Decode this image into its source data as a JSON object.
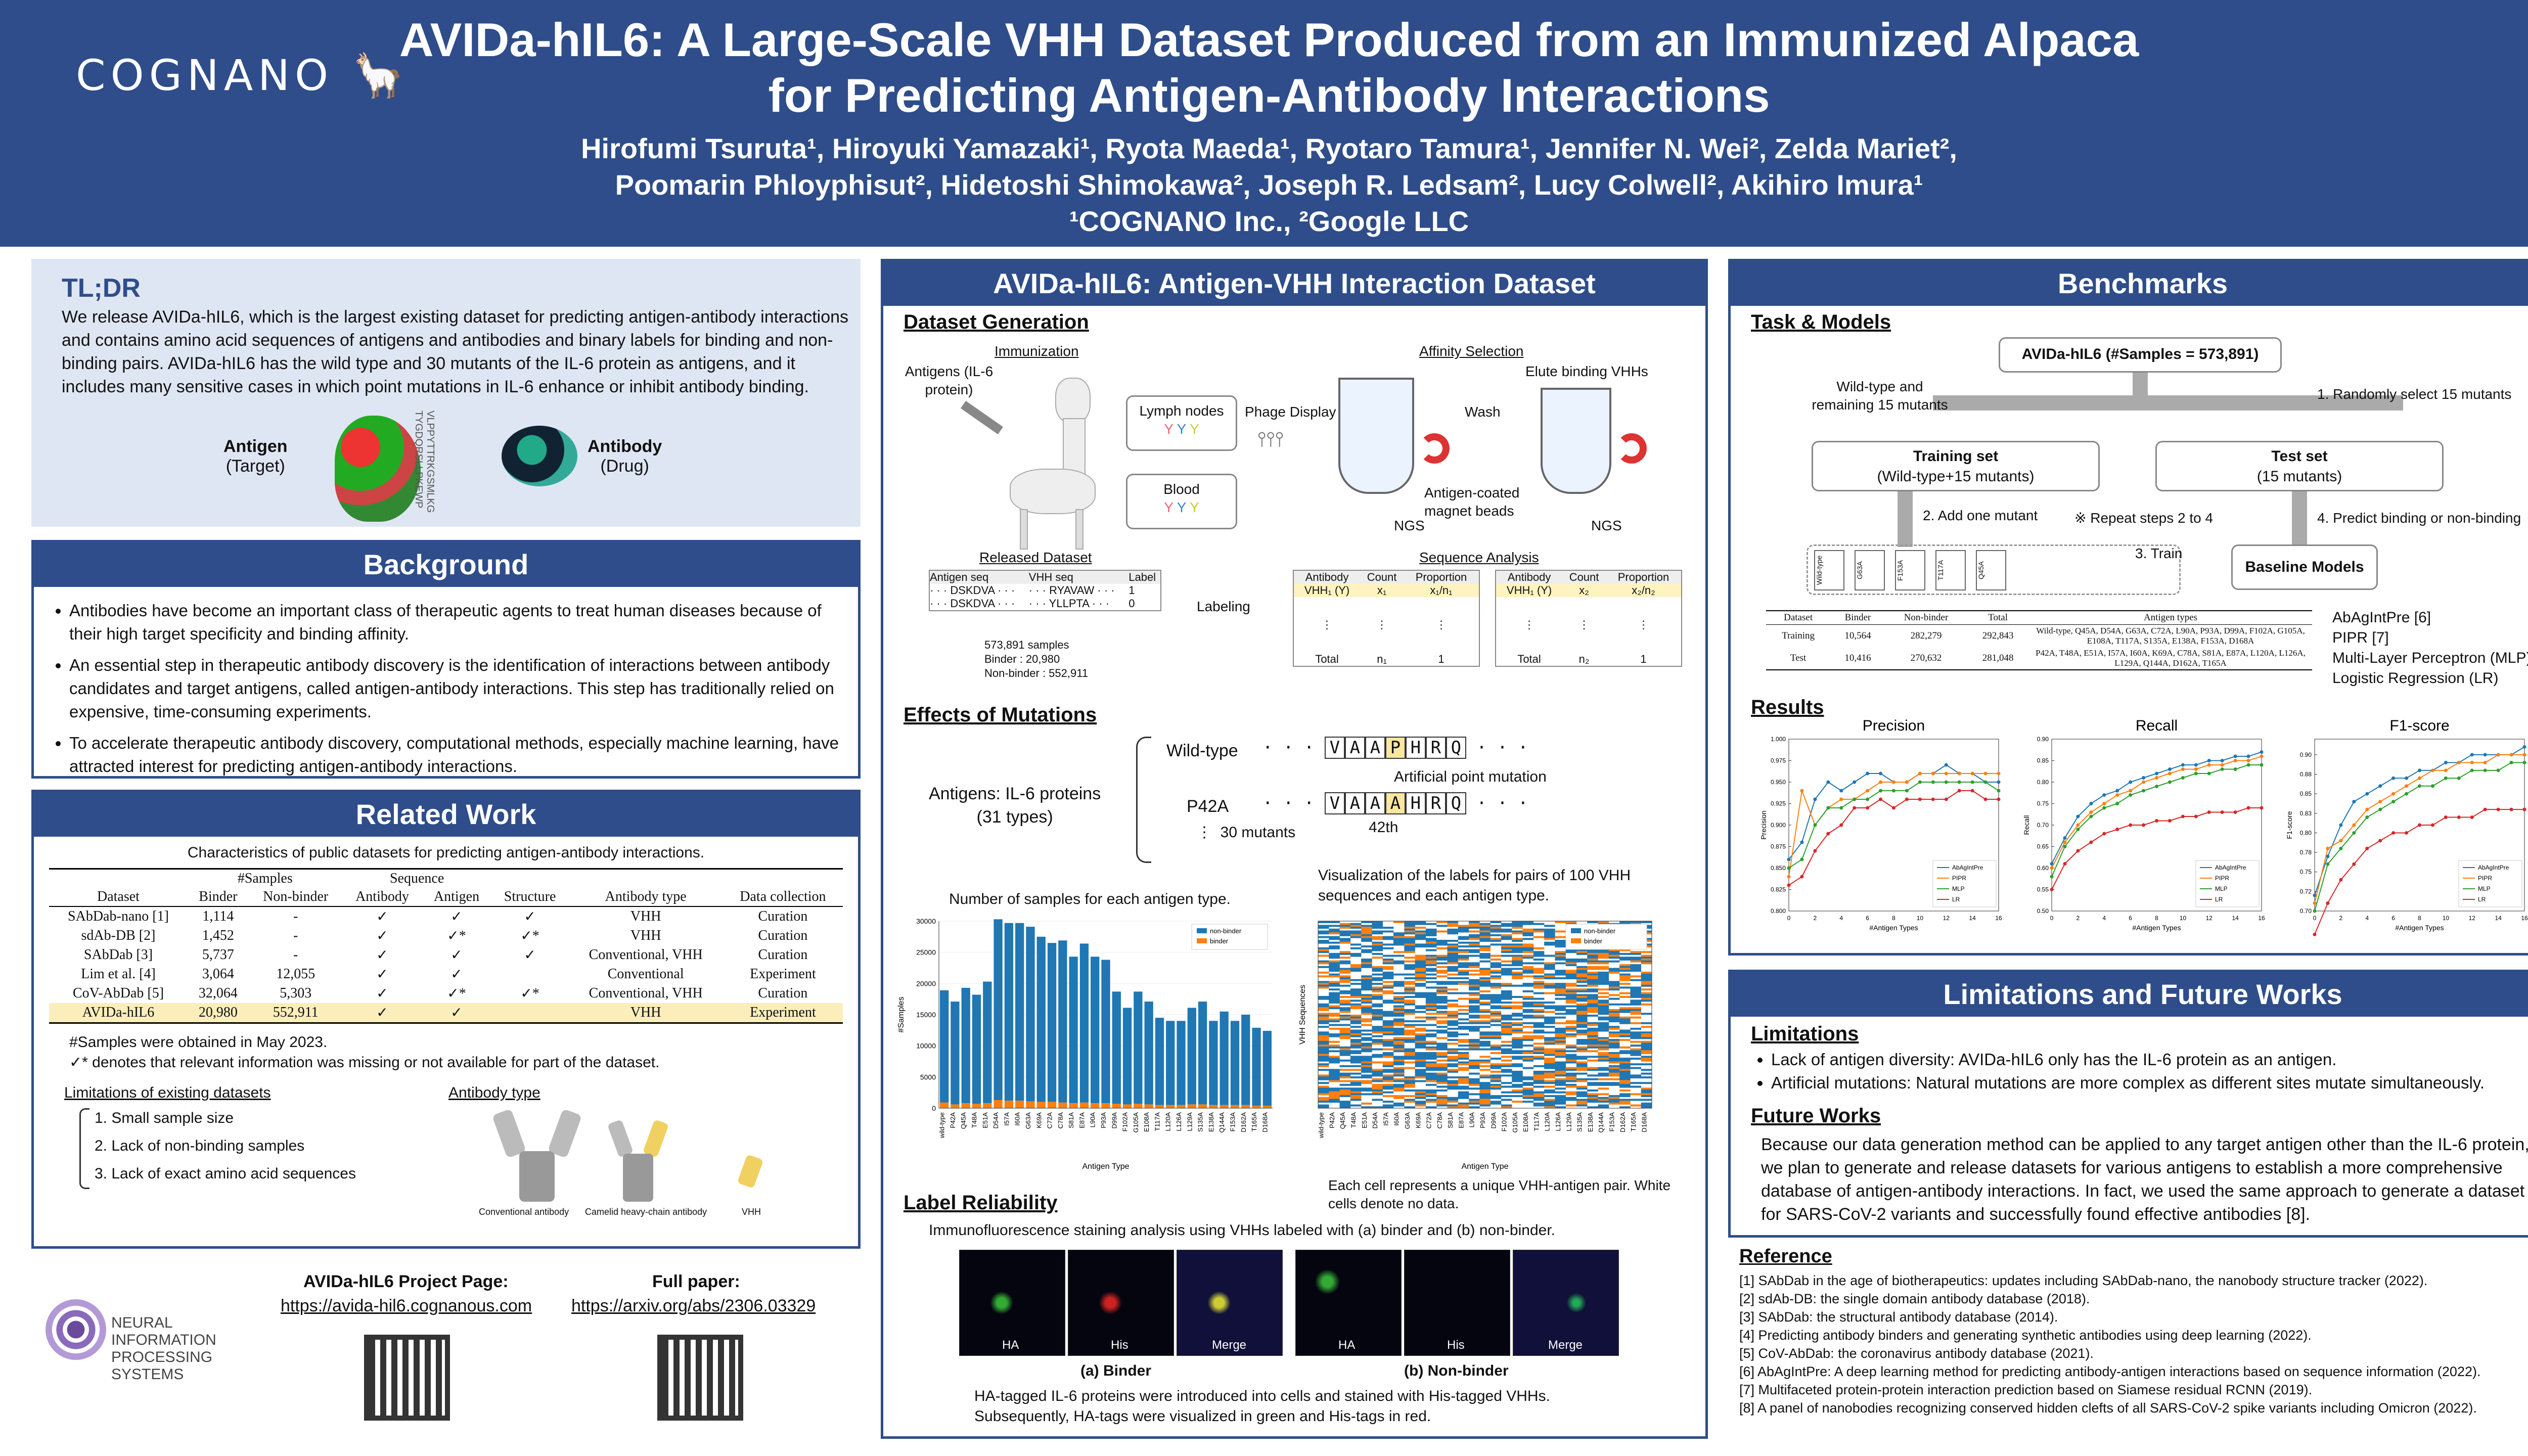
{
  "header": {
    "logo": "COGNANO",
    "title_1": "AVIDa-hIL6: A Large-Scale VHH Dataset Produced from an Immunized Alpaca",
    "title_2": "for Predicting Antigen-Antibody Interactions",
    "authors_1": "Hirofumi Tsuruta¹, Hiroyuki Yamazaki¹, Ryota Maeda¹, Ryotaro Tamura¹, Jennifer N. Wei², Zelda Mariet²,",
    "authors_2": "Poomarin Phloyphisut², Hidetoshi Shimokawa², Joseph R. Ledsam², Lucy Colwell², Akihiro Imura¹",
    "affil": "¹COGNANO Inc., ²Google LLC"
  },
  "tldr": {
    "heading": "TL;DR",
    "text": "We release AVIDa-hIL6, which is the largest existing dataset for predicting antigen-antibody interactions and contains amino acid sequences of antigens and antibodies and binary labels for binding and non-binding pairs. AVIDa-hIL6 has the wild type and 30 mutants of the IL-6 protein as antigens, and it includes many sensitive cases in which point mutations in IL-6 enhance or inhibit antibody binding.",
    "antigen": "Antigen",
    "antigen_sub": "(Target)",
    "antibody": "Antibody",
    "antibody_sub": "(Drug)",
    "seq": "VLPPYTTRKGSMLKG TYGDQRSLLPKEWP"
  },
  "background": {
    "title": "Background",
    "items": [
      "Antibodies have become an important class of therapeutic agents to treat human diseases because of their high target specificity and binding affinity.",
      "An essential step in therapeutic antibody discovery is the identification of interactions between antibody candidates and target antigens, called antigen-antibody interactions. This step has traditionally relied on expensive, time-consuming experiments.",
      "To accelerate therapeutic antibody discovery, computational methods, especially machine learning, have attracted interest for predicting antigen-antibody interactions."
    ]
  },
  "related": {
    "title": "Related Work",
    "caption": "Characteristics of public datasets for predicting antigen-antibody interactions.",
    "h_samples": "#Samples",
    "h_sequence": "Sequence",
    "headers": [
      "Dataset",
      "Binder",
      "Non-binder",
      "Antibody",
      "Antigen",
      "Structure",
      "Antibody type",
      "Data collection"
    ],
    "rows": [
      [
        "SAbDab-nano [1]",
        "1,114",
        "-",
        "✓",
        "✓",
        "✓",
        "VHH",
        "Curation"
      ],
      [
        "sdAb-DB [2]",
        "1,452",
        "-",
        "✓",
        "✓*",
        "✓*",
        "VHH",
        "Curation"
      ],
      [
        "SAbDab [3]",
        "5,737",
        "-",
        "✓",
        "✓",
        "✓",
        "Conventional, VHH",
        "Curation"
      ],
      [
        "Lim et al. [4]",
        "3,064",
        "12,055",
        "✓",
        "✓",
        "",
        "Conventional",
        "Experiment"
      ],
      [
        "CoV-AbDab [5]",
        "32,064",
        "5,303",
        "✓",
        "✓*",
        "✓*",
        "Conventional, VHH",
        "Curation"
      ],
      [
        "AVIDa-hIL6",
        "20,980",
        "552,911",
        "✓",
        "✓",
        "",
        "VHH",
        "Experiment"
      ]
    ],
    "note1": "#Samples were obtained in May 2023.",
    "note2": "✓* denotes that relevant information was missing or not available for part of the dataset.",
    "lim_title": "Limitations of existing datasets",
    "lims": [
      "1. Small sample size",
      "2. Lack of non-binding samples",
      "3. Lack of exact amino acid sequences"
    ],
    "ab_type": "Antibody type",
    "ab_labels": [
      "Conventional antibody",
      "Camelid heavy-chain antibody",
      "VHH"
    ]
  },
  "links": {
    "proj_label": "AVIDa-hIL6 Project Page:",
    "proj_url": "https://avida-hil6.cognanous.com",
    "paper_label": "Full paper:",
    "paper_url": "https://arxiv.org/abs/2306.03329",
    "neurips": "NEURAL INFORMATION PROCESSING SYSTEMS"
  },
  "middle": {
    "title": "AVIDa-hIL6: Antigen-VHH Interaction Dataset",
    "gen": "Dataset Generation",
    "immun": "Immunization",
    "affinity": "Affinity Selection",
    "antigens": "Antigens (IL-6 protein)",
    "lymph": "Lymph nodes",
    "blood": "Blood",
    "phage": "Phage Display",
    "wash": "Wash",
    "elute": "Elute binding VHHs",
    "beads": "Antigen-coated magnet beads",
    "ngs1": "NGS",
    "ngs2": "NGS",
    "released": "Released Dataset",
    "seqanal": "Sequence Analysis",
    "labeling": "Labeling",
    "rel_h": [
      "Antigen seq",
      "VHH seq",
      "Label"
    ],
    "rel_r1": [
      "· · · DSKDVA · · ·",
      "· · · RYAVAW · · ·",
      "1"
    ],
    "rel_r2": [
      "· · · DSKDVA · · ·",
      "· · · YLLPTA · · ·",
      "0"
    ],
    "rel_stats": [
      "573,891 samples",
      "Binder : 20,980",
      "Non-binder : 552,911"
    ],
    "sa_h": [
      "Antibody",
      "Count",
      "Proportion"
    ],
    "sa1": [
      "VHH₁ (Y)",
      "x₁",
      "x₁/n₁"
    ],
    "sa2": [
      "VHH₁ (Y)",
      "x₂",
      "x₂/n₂"
    ],
    "tot1": [
      "Total",
      "n₁",
      "1"
    ],
    "tot2": [
      "Total",
      "n₂",
      "1"
    ],
    "effects": "Effects of Mutations",
    "wild": "Wild-type",
    "p42a": "P42A",
    "artificial": "Artificial point mutation",
    "pos": "42th",
    "mutants": "30 mutants",
    "antigens_il6": "Antigens: IL-6 proteins",
    "types31": "(31 types)",
    "wt_seq": [
      "V",
      "A",
      "A",
      "P",
      "H",
      "R",
      "Q"
    ],
    "mut_seq": [
      "V",
      "A",
      "A",
      "A",
      "H",
      "R",
      "Q"
    ],
    "bar_title": "Number of samples for each antigen type.",
    "heat_title": "Visualization of the labels for pairs of 100 VHH sequences and each antigen type.",
    "heat_note": "Each cell represents a unique VHH-antigen pair. White cells denote no data.",
    "reliability": "Label Reliability",
    "rel_desc": "Immunofluorescence staining analysis using VHHs labeled with (a) binder and (b) non-binder.",
    "panels": [
      "HA",
      "His",
      "Merge",
      "HA",
      "His",
      "Merge"
    ],
    "cap_a": "(a) Binder",
    "cap_b": "(b) Non-binder",
    "rel_note": "HA-tagged IL-6 proteins were introduced into cells and stained with His-tagged VHHs. Subsequently, HA-tags were visualized in green and His-tags in red."
  },
  "bench": {
    "title": "Benchmarks",
    "task": "Task & Models",
    "avida": "AVIDa-hIL6 (#Samples = 573,891)",
    "train": "Training set",
    "train_sub": "(Wild-type+15 mutants)",
    "test": "Test set",
    "test_sub": "(15 mutants)",
    "step1": "1. Randomly select 15 mutants",
    "wild15": "Wild-type and remaining 15 mutants",
    "step2": "2. Add one mutant",
    "repeat": "※ Repeat steps 2 to 4",
    "step3": "3. Train",
    "step4": "4. Predict binding or non-binding",
    "baseline": "Baseline Models",
    "tiles": [
      "Wild-type",
      "G63A",
      "F153A",
      "T117A",
      "Q45A"
    ],
    "split_h": [
      "Dataset",
      "Binder",
      "Non-binder",
      "Total",
      "Antigen types"
    ],
    "split_rows": [
      [
        "Training",
        "10,564",
        "282,279",
        "292,843",
        "Wild-type, Q45A, D54A, G63A, C72A, L90A, P93A, D99A, F102A, G105A, E108A, T117A, S135A, E138A, F153A, D168A"
      ],
      [
        "Test",
        "10,416",
        "270,632",
        "281,048",
        "P42A, T48A, E51A, I57A, I60A, K69A, C78A, S81A, E87A, L120A, L126A, L129A, Q144A, D162A, T165A"
      ]
    ],
    "models": [
      "AbAgIntPre [6]",
      "PIPR [7]",
      "Multi-Layer Perceptron (MLP)",
      "Logistic Regression (LR)"
    ],
    "results": "Results"
  },
  "limits": {
    "title": "Limitations and Future Works",
    "lim": "Limitations",
    "items": [
      "Lack of antigen diversity: AVIDa-hIL6 only has the IL-6 protein as an antigen.",
      "Artificial mutations: Natural mutations are more complex as different sites mutate simultaneously."
    ],
    "future": "Future Works",
    "future_text": "Because our data generation method can be applied to any target antigen other than the IL-6 protein, we plan to generate and release datasets for various antigens to establish a more comprehensive database of antigen-antibody interactions. In fact, we used the same approach to generate a dataset for SARS-CoV-2 variants and successfully found effective antibodies [8]."
  },
  "refs": {
    "title": "Reference",
    "items": [
      "[1] SAbDab in the age of biotherapeutics: updates including SAbDab-nano, the nanobody structure tracker (2022).",
      "[2] sdAb-DB: the single domain antibody database (2018).",
      "[3] SAbDab: the structural antibody database (2014).",
      "[4] Predicting antibody binders and generating synthetic antibodies using deep learning (2022).",
      "[5] CoV-AbDab: the coronavirus antibody database (2021).",
      "[6] AbAgIntPre: A deep learning method for predicting antibody-antigen interactions based on sequence information (2022).",
      "[7] Multifaceted protein-protein interaction prediction based on Siamese residual RCNN (2019).",
      "[8] A panel of nanobodies recognizing conserved hidden clefts of all SARS-CoV-2 spike variants including Omicron (2022)."
    ]
  },
  "colors": {
    "navy": "#2e4d8a",
    "binder": "#ff7f0e",
    "nonbinder": "#1f77b4"
  },
  "chart_data": [
    {
      "type": "bar",
      "ylabel": "#Samples",
      "xlabel": "Antigen Type",
      "ylim": [
        0,
        30000
      ],
      "legend": "top-right",
      "categories": [
        "wild-type",
        "P42A",
        "Q45A",
        "T48A",
        "E51A",
        "D54A",
        "I57A",
        "I60A",
        "G63A",
        "K69A",
        "C72A",
        "C78A",
        "S81A",
        "E87A",
        "L90A",
        "P93A",
        "D99A",
        "F102A",
        "G105A",
        "E108A",
        "T117A",
        "L120A",
        "L126A",
        "L129A",
        "S135A",
        "E138A",
        "Q144A",
        "F153A",
        "D162A",
        "T165A",
        "D168A"
      ],
      "series": [
        {
          "name": "non-binder",
          "values": [
            18000,
            16500,
            18500,
            17500,
            19500,
            29000,
            28500,
            28500,
            28000,
            26500,
            25500,
            26000,
            23500,
            25500,
            23500,
            23000,
            18000,
            15500,
            18000,
            16500,
            14000,
            13500,
            13500,
            15500,
            16500,
            13500,
            15000,
            13500,
            14500,
            12500,
            12000
          ]
        },
        {
          "name": "binder",
          "values": [
            900,
            600,
            800,
            700,
            800,
            1300,
            1200,
            1200,
            1100,
            1000,
            1000,
            900,
            800,
            900,
            800,
            800,
            700,
            600,
            700,
            600,
            500,
            500,
            500,
            600,
            600,
            500,
            500,
            500,
            500,
            400,
            400
          ]
        }
      ]
    },
    {
      "type": "line",
      "title": "Precision",
      "xlabel": "#Antigen Types",
      "ylabel": "Precision",
      "ylim": [
        0.8,
        1.0
      ],
      "x": [
        0,
        1,
        2,
        3,
        4,
        5,
        6,
        7,
        8,
        9,
        10,
        11,
        12,
        13,
        14,
        15,
        16
      ],
      "series": [
        {
          "name": "AbAgIntPre",
          "values": [
            0.86,
            0.88,
            0.93,
            0.95,
            0.94,
            0.95,
            0.96,
            0.96,
            0.95,
            0.95,
            0.96,
            0.96,
            0.97,
            0.96,
            0.96,
            0.95,
            0.95
          ]
        },
        {
          "name": "PIPR",
          "values": [
            0.84,
            0.94,
            0.9,
            0.92,
            0.93,
            0.93,
            0.94,
            0.95,
            0.95,
            0.95,
            0.96,
            0.96,
            0.96,
            0.96,
            0.96,
            0.96,
            0.96
          ]
        },
        {
          "name": "MLP",
          "values": [
            0.85,
            0.86,
            0.9,
            0.92,
            0.92,
            0.93,
            0.93,
            0.94,
            0.94,
            0.94,
            0.95,
            0.95,
            0.95,
            0.95,
            0.95,
            0.95,
            0.94
          ]
        },
        {
          "name": "LR",
          "values": [
            0.83,
            0.84,
            0.87,
            0.89,
            0.9,
            0.92,
            0.92,
            0.93,
            0.92,
            0.93,
            0.93,
            0.93,
            0.93,
            0.94,
            0.94,
            0.93,
            0.93
          ]
        }
      ]
    },
    {
      "type": "line",
      "title": "Recall",
      "xlabel": "#Antigen Types",
      "ylabel": "Recall",
      "ylim": [
        0.5,
        0.9
      ],
      "x": [
        0,
        1,
        2,
        3,
        4,
        5,
        6,
        7,
        8,
        9,
        10,
        11,
        12,
        13,
        14,
        15,
        16
      ],
      "series": [
        {
          "name": "AbAgIntPre",
          "values": [
            0.61,
            0.67,
            0.72,
            0.75,
            0.77,
            0.78,
            0.8,
            0.81,
            0.82,
            0.83,
            0.84,
            0.84,
            0.85,
            0.85,
            0.86,
            0.86,
            0.87
          ]
        },
        {
          "name": "PIPR",
          "values": [
            0.6,
            0.66,
            0.7,
            0.73,
            0.75,
            0.77,
            0.78,
            0.8,
            0.81,
            0.82,
            0.83,
            0.83,
            0.84,
            0.84,
            0.85,
            0.85,
            0.86
          ]
        },
        {
          "name": "MLP",
          "values": [
            0.58,
            0.65,
            0.69,
            0.72,
            0.74,
            0.75,
            0.77,
            0.78,
            0.79,
            0.8,
            0.81,
            0.82,
            0.82,
            0.83,
            0.83,
            0.84,
            0.84
          ]
        },
        {
          "name": "LR",
          "values": [
            0.55,
            0.61,
            0.64,
            0.66,
            0.68,
            0.69,
            0.7,
            0.7,
            0.71,
            0.71,
            0.72,
            0.72,
            0.73,
            0.73,
            0.73,
            0.74,
            0.74
          ]
        }
      ]
    },
    {
      "type": "line",
      "title": "F1-score",
      "xlabel": "#Antigen Types",
      "ylabel": "F1-score",
      "ylim": [
        0.7,
        0.92
      ],
      "x": [
        0,
        1,
        2,
        3,
        4,
        5,
        6,
        7,
        8,
        9,
        10,
        11,
        12,
        13,
        14,
        15,
        16
      ],
      "series": [
        {
          "name": "AbAgIntPre",
          "values": [
            0.72,
            0.77,
            0.81,
            0.84,
            0.85,
            0.86,
            0.87,
            0.87,
            0.88,
            0.88,
            0.89,
            0.89,
            0.9,
            0.9,
            0.9,
            0.9,
            0.91
          ]
        },
        {
          "name": "PIPR",
          "values": [
            0.71,
            0.78,
            0.79,
            0.81,
            0.83,
            0.84,
            0.85,
            0.86,
            0.87,
            0.88,
            0.88,
            0.89,
            0.89,
            0.89,
            0.9,
            0.9,
            0.9
          ]
        },
        {
          "name": "MLP",
          "values": [
            0.7,
            0.76,
            0.78,
            0.8,
            0.82,
            0.83,
            0.84,
            0.85,
            0.86,
            0.86,
            0.87,
            0.87,
            0.88,
            0.88,
            0.88,
            0.89,
            0.89
          ]
        },
        {
          "name": "LR",
          "values": [
            0.67,
            0.71,
            0.74,
            0.76,
            0.78,
            0.79,
            0.8,
            0.8,
            0.81,
            0.81,
            0.82,
            0.82,
            0.82,
            0.83,
            0.83,
            0.83,
            0.83
          ]
        }
      ]
    }
  ]
}
